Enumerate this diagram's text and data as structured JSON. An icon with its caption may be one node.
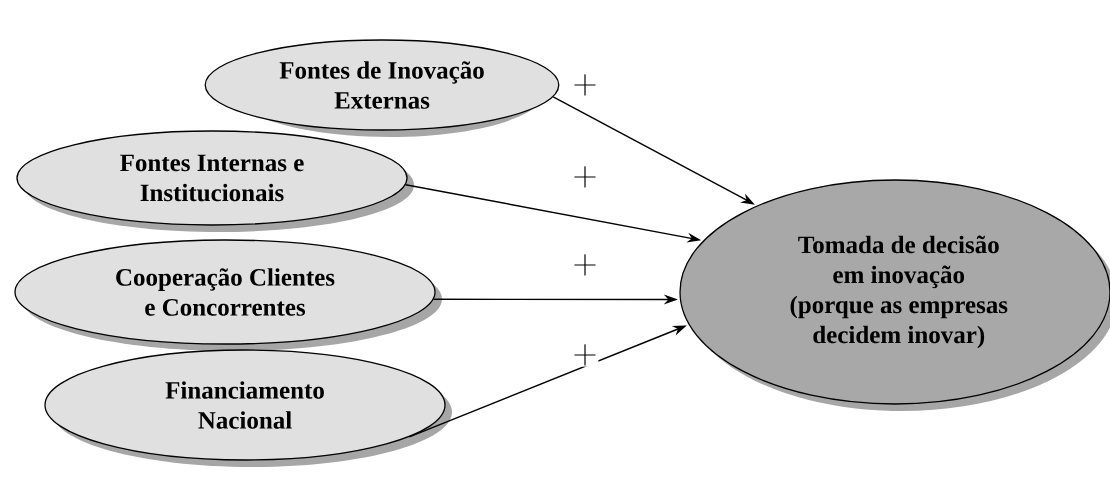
{
  "diagram": {
    "nodes": [
      {
        "text": [
          "Fontes de Inovação Externas"
        ]
      },
      {
        "text": [
          "Fontes Internas e Institucionais"
        ]
      },
      {
        "text": [
          "Cooperação Clientes e Concorrentes"
        ]
      },
      {
        "text": [
          "Financiamento Nacional"
        ]
      },
      {
        "text": [
          "Tomada de decisão em inovação (porque as empresas decidem inovar)"
        ]
      }
    ],
    "edges": [
      {
        "from": 0,
        "to": 4,
        "arrow": "to",
        "label": "+"
      },
      {
        "from": 1,
        "to": 4,
        "arrow": "to",
        "label": "+"
      },
      {
        "from": 2,
        "to": 4,
        "arrow": "to",
        "label": "+"
      },
      {
        "from": 3,
        "to": 4,
        "arrow": "to",
        "label": "+"
      }
    ]
  }
}
